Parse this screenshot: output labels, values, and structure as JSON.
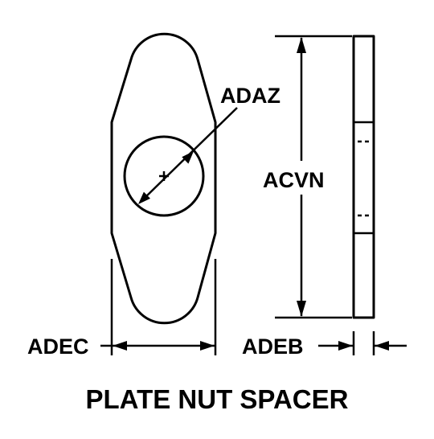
{
  "diagram": {
    "title": "PLATE NUT SPACER",
    "labels": {
      "hole_diameter": "ADAZ",
      "length": "ACVN",
      "width": "ADEC",
      "thickness": "ADEB"
    },
    "colors": {
      "ink": "#000000",
      "background": "#ffffff"
    }
  }
}
